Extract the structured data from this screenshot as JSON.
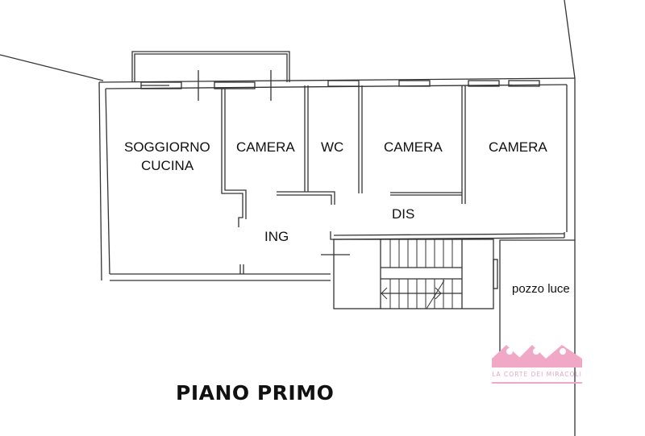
{
  "plan": {
    "title": "PIANO PRIMO",
    "rooms": [
      {
        "id": "soggiorno",
        "label_line1": "SOGGIORNO",
        "label_line2": "CUCINA"
      },
      {
        "id": "camera-1",
        "label": "CAMERA"
      },
      {
        "id": "wc",
        "label": "WC"
      },
      {
        "id": "camera-2",
        "label": "CAMERA"
      },
      {
        "id": "camera-3",
        "label": "CAMERA"
      },
      {
        "id": "ingresso",
        "label": "ING"
      },
      {
        "id": "disimpegno",
        "label": "DIS"
      },
      {
        "id": "pozzo-luce",
        "label": "pozzo luce"
      }
    ]
  },
  "logo": {
    "text": "LA CORTE DEI MIRACOLI",
    "color": "#f0a8c6"
  },
  "colors": {
    "wall": "#333333",
    "background": "#ffffff",
    "text": "#111111"
  }
}
